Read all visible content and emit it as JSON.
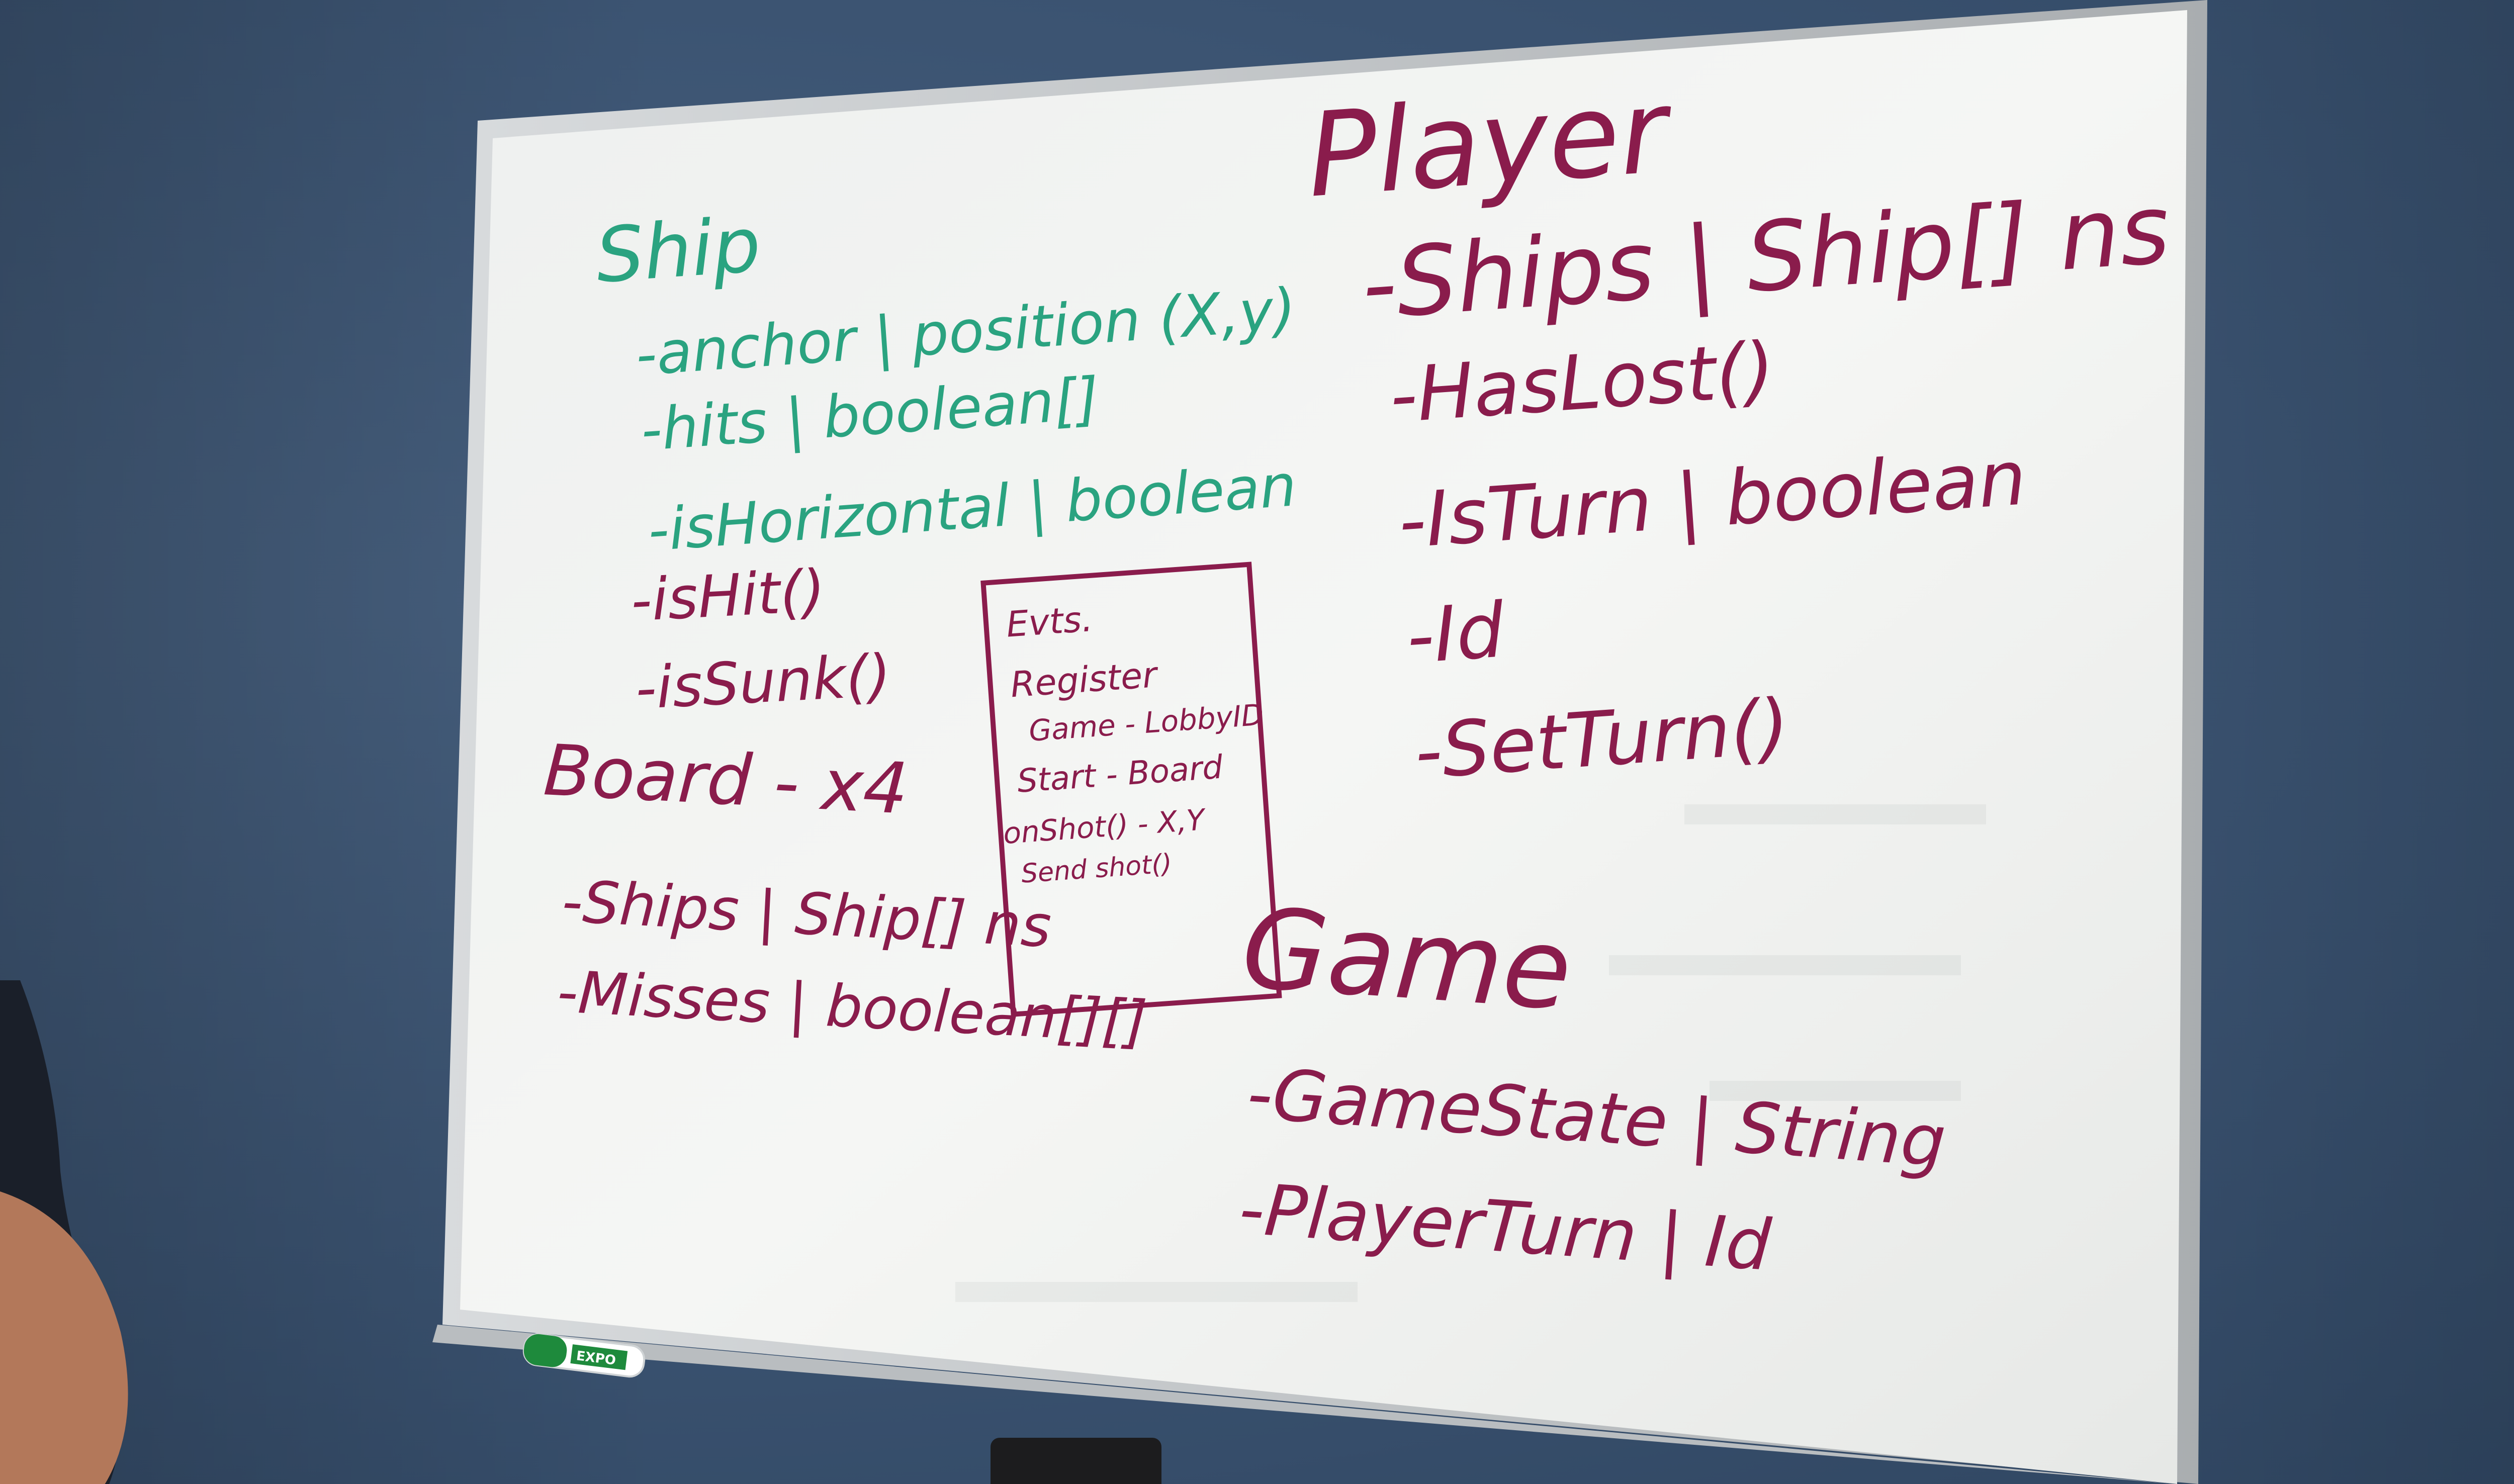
{
  "whiteboard": {
    "ship_section": {
      "title": "Ship",
      "lines": [
        "-anchor | position (X,y)",
        "-hits | boolean[]",
        "-isHorizontal | boolean",
        "-isHit()",
        "-isSunk()"
      ]
    },
    "board_section": {
      "title": "Board - x4",
      "lines": [
        "-Ships | Ship[] ns",
        "-Misses | boolean[][]"
      ]
    },
    "events_box": {
      "title": "Evts.",
      "lines": [
        "Register",
        "Game - LobbyID",
        "Start - Board",
        "onShot() - X,Y",
        "Send shot()"
      ]
    },
    "player_section": {
      "title": "Player",
      "lines": [
        "-Ships | Ship[] ns",
        "-HasLost()",
        "-IsTurn | boolean",
        "-Id",
        "-SetTurn()"
      ]
    },
    "game_section": {
      "title": "Game",
      "lines": [
        "-GameState | String",
        "-PlayerTurn | Id"
      ]
    },
    "marker_label": "EXPO"
  },
  "colors": {
    "wall": "#3d5574",
    "board_surface": "#f2f3f1",
    "frame": "#c9ccce",
    "maroon_ink": "#8a1c4c",
    "teal_ink": "#2aa380",
    "marker_body": "#ffffff",
    "marker_cap": "#1e8a3c"
  }
}
